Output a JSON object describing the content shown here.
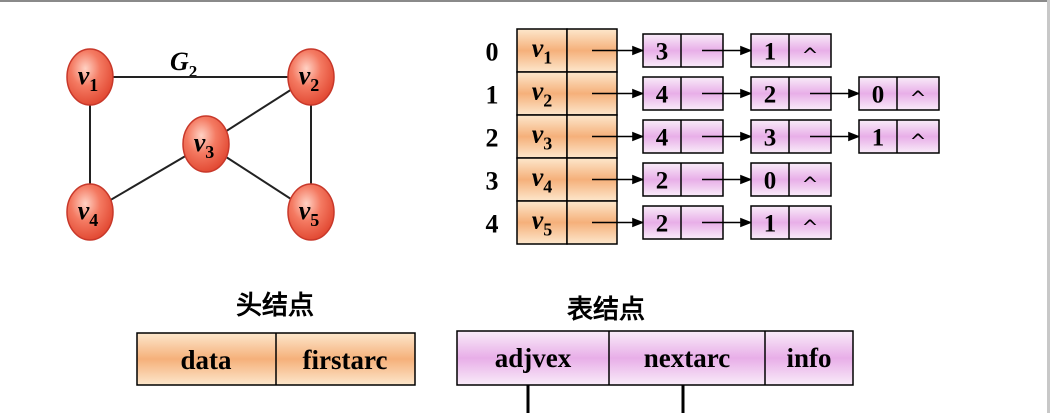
{
  "graph": {
    "title": "G",
    "title_sub": "2",
    "vertices": [
      {
        "id": "v1",
        "base": "v",
        "sub": "1"
      },
      {
        "id": "v2",
        "base": "v",
        "sub": "2"
      },
      {
        "id": "v3",
        "base": "v",
        "sub": "3"
      },
      {
        "id": "v4",
        "base": "v",
        "sub": "4"
      },
      {
        "id": "v5",
        "base": "v",
        "sub": "5"
      }
    ],
    "edges": [
      [
        "v1",
        "v2"
      ],
      [
        "v1",
        "v4"
      ],
      [
        "v2",
        "v3"
      ],
      [
        "v2",
        "v5"
      ],
      [
        "v3",
        "v4"
      ],
      [
        "v3",
        "v5"
      ]
    ]
  },
  "adjacency": {
    "rows": [
      {
        "index": "0",
        "base": "v",
        "sub": "1",
        "nodes": [
          "3",
          "1"
        ]
      },
      {
        "index": "1",
        "base": "v",
        "sub": "2",
        "nodes": [
          "4",
          "2",
          "0"
        ]
      },
      {
        "index": "2",
        "base": "v",
        "sub": "3",
        "nodes": [
          "4",
          "3",
          "1"
        ]
      },
      {
        "index": "3",
        "base": "v",
        "sub": "4",
        "nodes": [
          "2",
          "0"
        ]
      },
      {
        "index": "4",
        "base": "v",
        "sub": "5",
        "nodes": [
          "2",
          "1"
        ]
      }
    ],
    "null_symbol": "^"
  },
  "legend": {
    "head_title": "头结点",
    "head_fields": [
      "data",
      "firstarc"
    ],
    "table_title": "表结点",
    "table_fields": [
      "adjvex",
      "nextarc",
      "info"
    ]
  },
  "colors": {
    "vertex_fill": "#f06a55",
    "vertex_stroke": "#c8382a",
    "head_fill_light": "#fde7cc",
    "head_fill_dark": "#f3a36a",
    "node_fill_light": "#f8e9f8",
    "node_fill_dark": "#e6a6e6",
    "line": "#000000"
  }
}
